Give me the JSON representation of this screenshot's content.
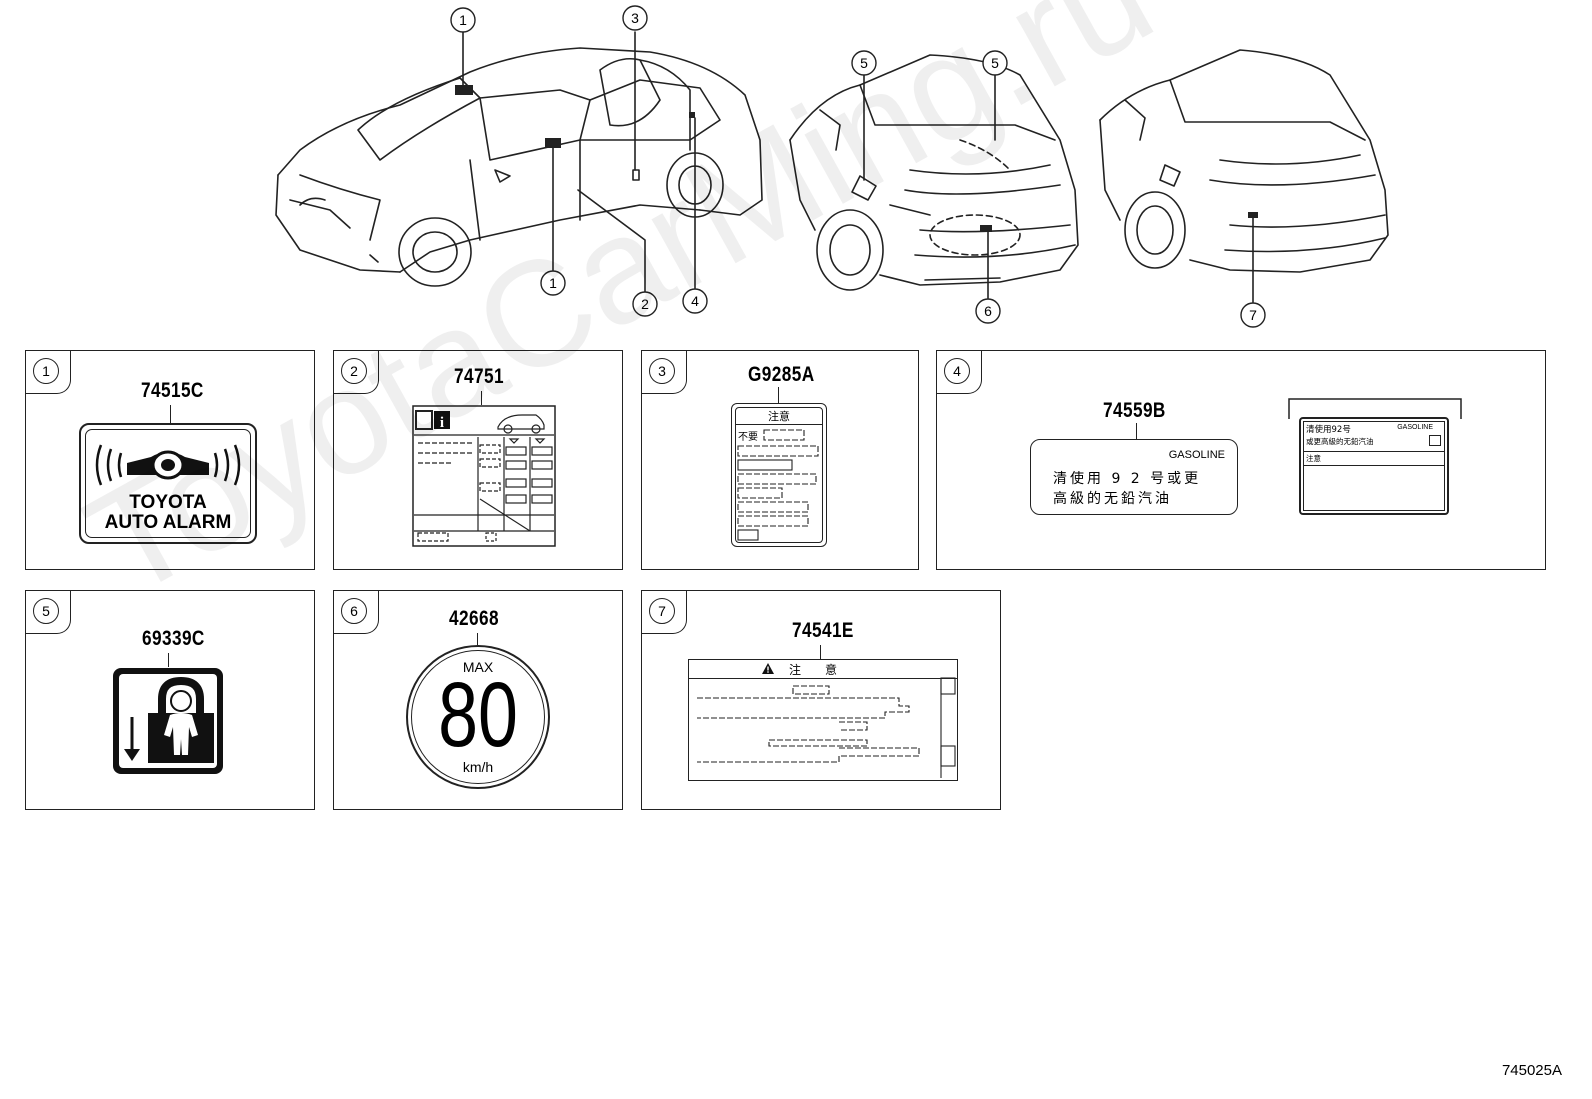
{
  "figure_code": "745025A",
  "watermark_text": "ToyotaCarMing.ru",
  "overview": {
    "callouts": [
      "1",
      "3",
      "5",
      "5",
      "1",
      "2",
      "4",
      "6",
      "7"
    ]
  },
  "panels": [
    {
      "number": "1",
      "part_number": "74515C",
      "label_line1": "TOYOTA",
      "label_line2": "AUTO ALARM"
    },
    {
      "number": "2",
      "part_number": "74751",
      "info_glyph": "i"
    },
    {
      "number": "3",
      "part_number": "G9285A",
      "header": "注意",
      "row_label": "不要"
    },
    {
      "number": "4",
      "part_number": "74559B",
      "fuel_type": "GASOLINE",
      "text_line1": "清使用 9 2 号或更",
      "text_line2": "高級的无鉛汽油",
      "mini_line1": "清使用92号",
      "mini_fuel": "GASOLINE",
      "mini_line2": "或更高級的无鉛汽油",
      "mini_line3": "注意"
    },
    {
      "number": "5",
      "part_number": "69339C"
    },
    {
      "number": "6",
      "part_number": "42668",
      "max_label": "MAX",
      "speed": "80",
      "unit": "km/h"
    },
    {
      "number": "7",
      "part_number": "74541E",
      "warning_header": "注　意"
    }
  ],
  "colors": {
    "line": "#222222",
    "label_fill": "#111111"
  }
}
